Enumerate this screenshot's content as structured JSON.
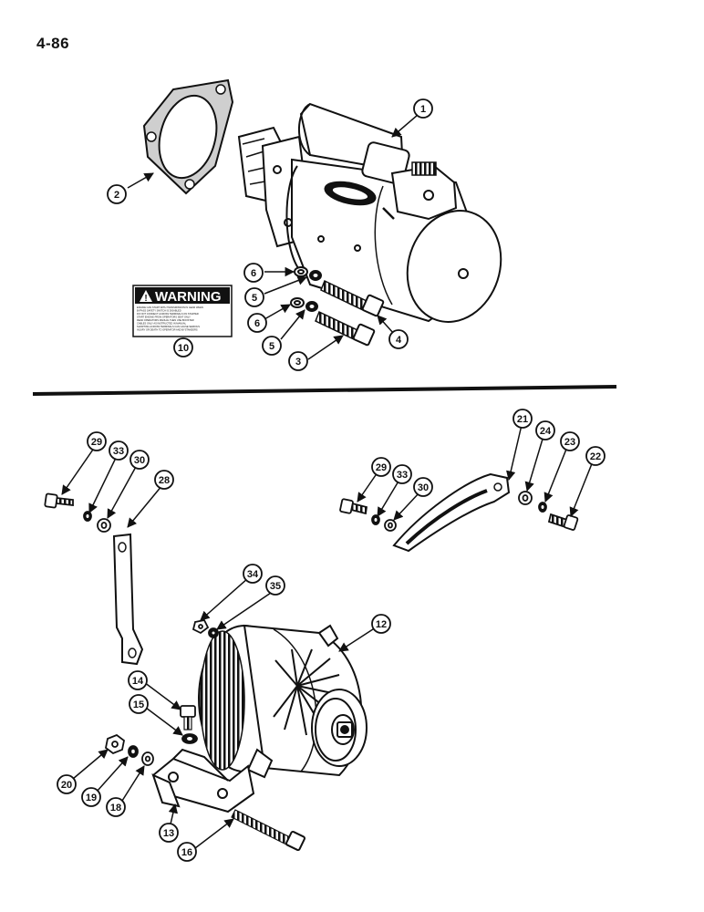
{
  "page": {
    "number": "4-86"
  },
  "warning_decal": {
    "heading": "WARNING",
    "body_lines": [
      "ENGINE CAN START WITH TRANSMISSION IN GEAR WHEN",
      "BYPASS SAFETY SWITCH IS DISABLED",
      "DO NOT CONNECT ACROSS TERMINALS ON STARTER",
      "START ENGINE FROM OPERATORS SEAT ONLY",
      "READ OPERATORS MANUAL THEN USE BOOSTER",
      "CABLES ONLY AS INSTRUCTED IN MANUAL",
      "SHORTING ACROSS TERMINALS CAN CAUSE SERIOUS",
      "INJURY OR DEATH TO OPERATOR AND BYSTANDERS"
    ]
  },
  "callouts": [
    {
      "id": "c1",
      "label": "1"
    },
    {
      "id": "c2",
      "label": "2"
    },
    {
      "id": "c3",
      "label": "3"
    },
    {
      "id": "c4",
      "label": "4"
    },
    {
      "id": "c5a",
      "label": "5"
    },
    {
      "id": "c5b",
      "label": "5"
    },
    {
      "id": "c6a",
      "label": "6"
    },
    {
      "id": "c6b",
      "label": "6"
    },
    {
      "id": "c10",
      "label": "10"
    },
    {
      "id": "c12",
      "label": "12"
    },
    {
      "id": "c13",
      "label": "13"
    },
    {
      "id": "c14",
      "label": "14"
    },
    {
      "id": "c15",
      "label": "15"
    },
    {
      "id": "c16",
      "label": "16"
    },
    {
      "id": "c18",
      "label": "18"
    },
    {
      "id": "c19",
      "label": "19"
    },
    {
      "id": "c20",
      "label": "20"
    },
    {
      "id": "c21",
      "label": "21"
    },
    {
      "id": "c22",
      "label": "22"
    },
    {
      "id": "c23",
      "label": "23"
    },
    {
      "id": "c24",
      "label": "24"
    },
    {
      "id": "c28",
      "label": "28"
    },
    {
      "id": "c29a",
      "label": "29"
    },
    {
      "id": "c29b",
      "label": "29"
    },
    {
      "id": "c30a",
      "label": "30"
    },
    {
      "id": "c30b",
      "label": "30"
    },
    {
      "id": "c33a",
      "label": "33"
    },
    {
      "id": "c33b",
      "label": "33"
    },
    {
      "id": "c34",
      "label": "34"
    },
    {
      "id": "c35",
      "label": "35"
    }
  ]
}
